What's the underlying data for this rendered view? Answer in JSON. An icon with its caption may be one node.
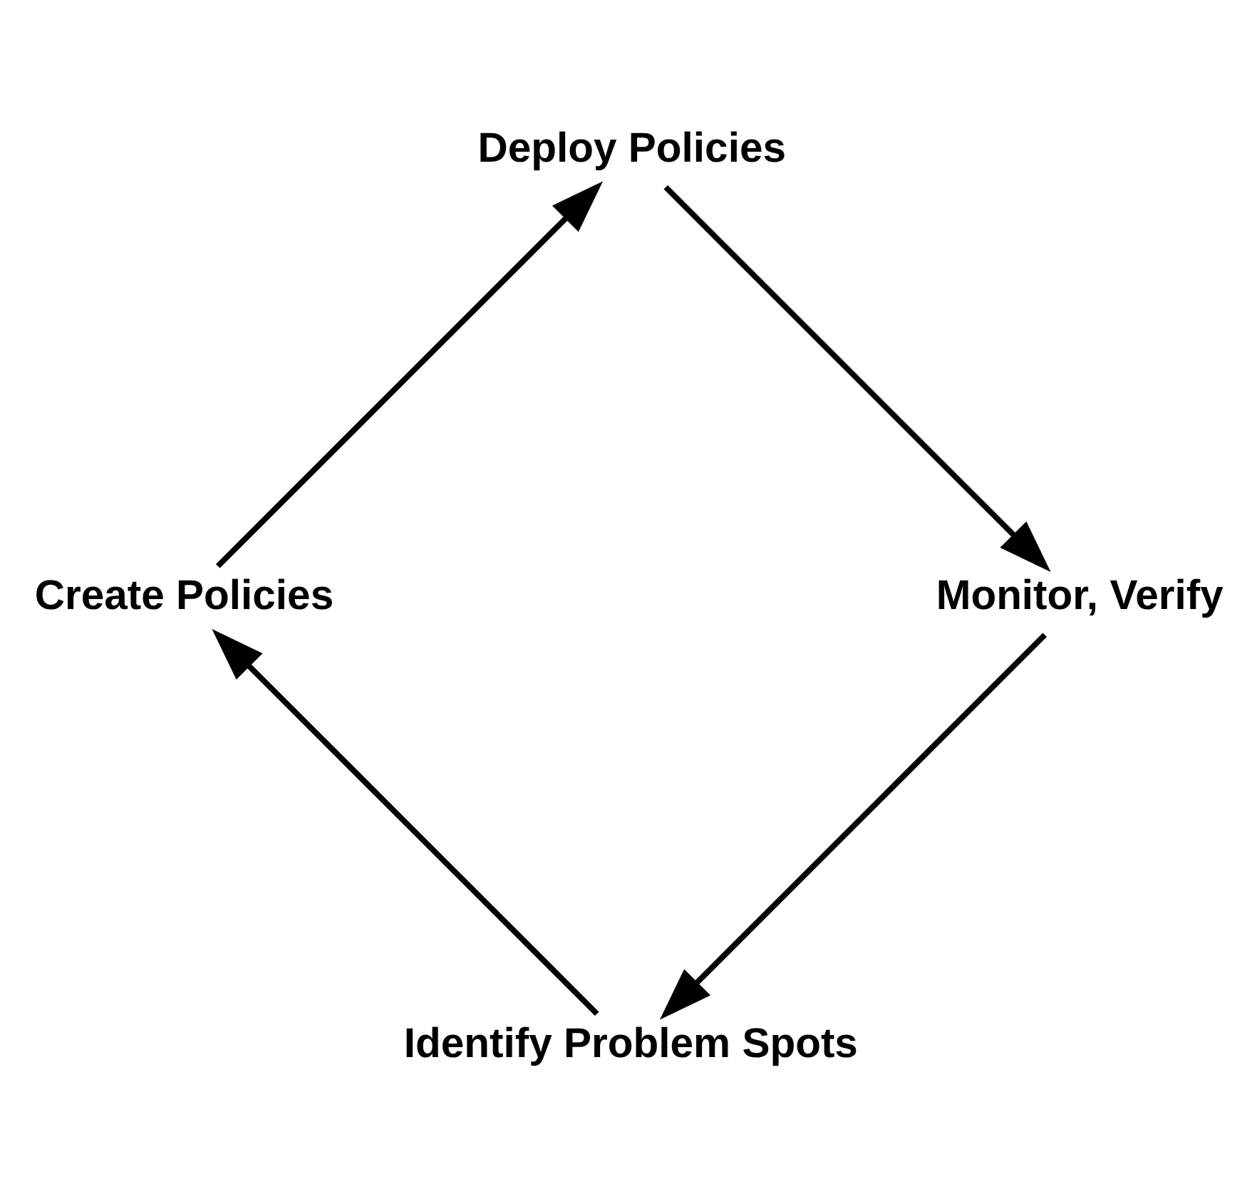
{
  "diagram": {
    "nodes": [
      {
        "text": [
          "Identify Problem Spots"
        ]
      },
      {
        "text": [
          "Create Policies"
        ]
      },
      {
        "text": [
          "Deploy Policies"
        ]
      },
      {
        "text": [
          "Monitor, Verify"
        ]
      }
    ],
    "edges": [
      {
        "from": 0,
        "to": 1,
        "arrow": "to"
      },
      {
        "from": 1,
        "to": 2,
        "arrow": "to"
      },
      {
        "from": 2,
        "to": 3,
        "arrow": "to"
      },
      {
        "from": 3,
        "to": 0,
        "arrow": "to"
      }
    ]
  }
}
